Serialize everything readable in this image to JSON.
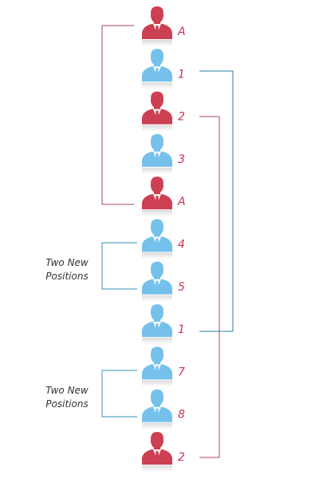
{
  "colors": {
    "red": "#cd3f52",
    "blue": "#76c1ec",
    "label": "#c8344c",
    "red_line": "#a84a5a",
    "blue_line": "#2a7fa0",
    "note_line": "#3a8fb3"
  },
  "people": [
    {
      "id": "p1",
      "label": "A",
      "color": "red"
    },
    {
      "id": "p2",
      "label": "1",
      "color": "blue"
    },
    {
      "id": "p3",
      "label": "2",
      "color": "red"
    },
    {
      "id": "p4",
      "label": "3",
      "color": "blue"
    },
    {
      "id": "p5",
      "label": "A",
      "color": "red"
    },
    {
      "id": "p6",
      "label": "4",
      "color": "blue"
    },
    {
      "id": "p7",
      "label": "5",
      "color": "blue"
    },
    {
      "id": "p8",
      "label": "1",
      "color": "blue"
    },
    {
      "id": "p9",
      "label": "7",
      "color": "blue"
    },
    {
      "id": "p10",
      "label": "8",
      "color": "blue"
    },
    {
      "id": "p11",
      "label": "2",
      "color": "red"
    }
  ],
  "notes": [
    {
      "line1": "Two New",
      "line2": "Positions"
    },
    {
      "line1": "Two New",
      "line2": "Positions"
    }
  ]
}
